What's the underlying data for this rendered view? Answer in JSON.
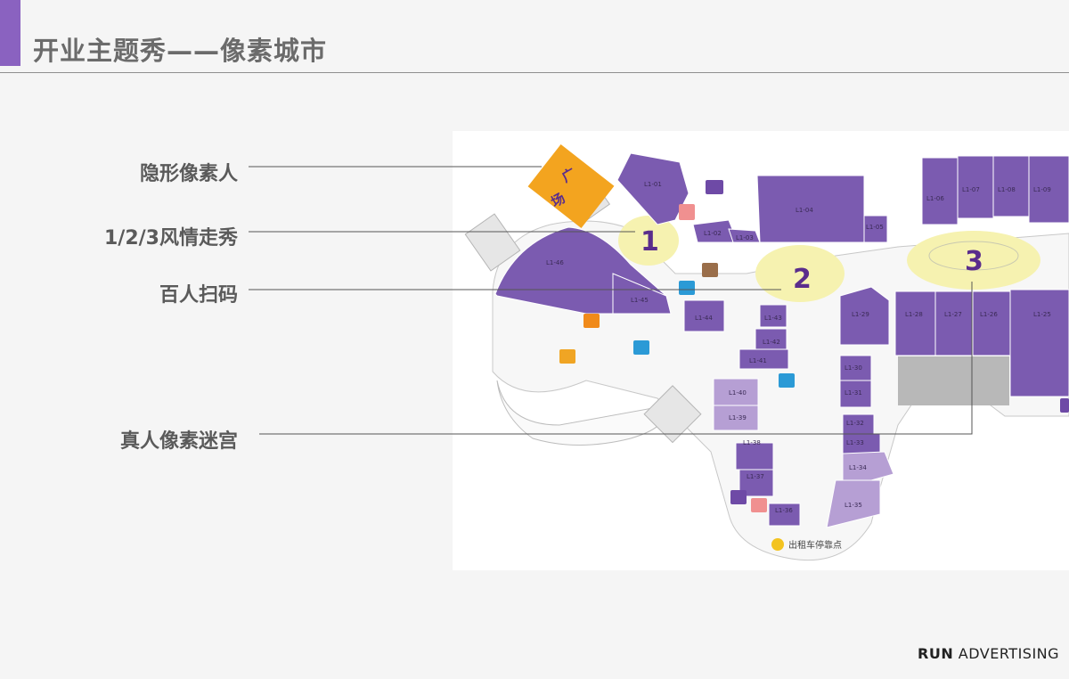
{
  "slide": {
    "title": "开业主题秀——像素城市",
    "brand_bold": "RUN",
    "brand_rest": "ADVERTISING"
  },
  "labels": [
    {
      "text": "隐形像素人"
    },
    {
      "text": "1/2/3风情走秀"
    },
    {
      "text": "百人扫码"
    },
    {
      "text": "真人像素迷宫"
    }
  ],
  "map": {
    "plaza_label": "广场",
    "zone_numbers": [
      "1",
      "2",
      "3"
    ],
    "taxi_label": "出租车停靠点",
    "units": [
      "L1-01",
      "L1-02",
      "L1-03",
      "L1-04",
      "L1-05",
      "L1-06",
      "L1-07",
      "L1-08",
      "L1-09",
      "L1-46",
      "L1-45",
      "L1-44",
      "L1-43",
      "L1-42",
      "L1-41",
      "L1-40",
      "L1-39",
      "L1-38",
      "L1-37",
      "L1-36",
      "L1-35",
      "L1-34",
      "L1-33",
      "L1-32",
      "L1-31",
      "L1-30",
      "L1-29",
      "L1-28",
      "L1-27",
      "L1-26",
      "L1-25"
    ],
    "colors": {
      "unit_dark": "#7b5bb0",
      "unit_light": "#b69fd4",
      "zone_highlight": "#f6f2b0",
      "plaza": "#f3a41f",
      "zone_number": "#5a2d8c"
    }
  }
}
